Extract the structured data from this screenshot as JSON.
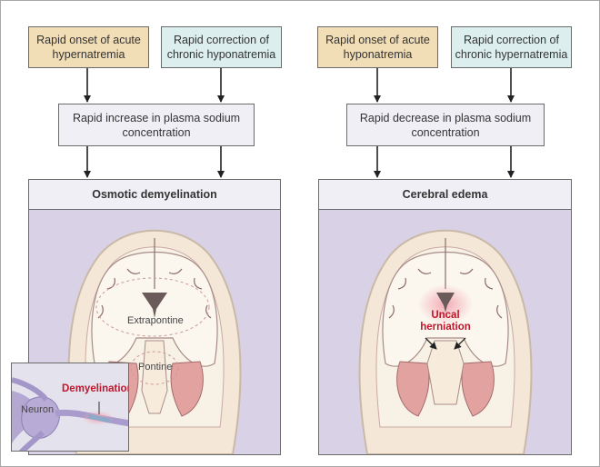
{
  "left": {
    "cause_a": "Rapid onset of acute hypernatremia",
    "cause_b": "Rapid correction of chronic hyponatremia",
    "change": "Rapid increase in plasma sodium concentration",
    "outcome": "Osmotic demyelination",
    "labels": {
      "extrapontine": "Extrapontine",
      "pontine": "Pontine"
    },
    "inset": {
      "neuron": "Neuron",
      "demyelination": "Demyelination"
    }
  },
  "right": {
    "cause_a": "Rapid onset of acute hyponatremia",
    "cause_b": "Rapid correction of chronic hypernatremia",
    "change": "Rapid decrease in plasma sodium concentration",
    "outcome": "Cerebral edema",
    "labels": {
      "herniation": "Uncal herniation"
    }
  },
  "colors": {
    "cause_a_fill": "#f1ddb6",
    "cause_b_fill": "#dcefee",
    "panel_fill": "#d9d2e6",
    "highlight": "#c0162c"
  }
}
